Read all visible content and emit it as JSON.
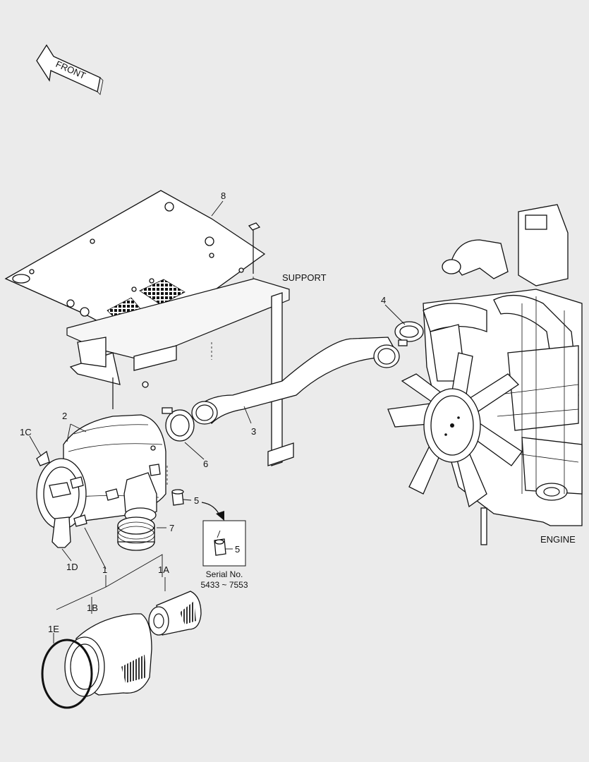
{
  "front_arrow": {
    "label": "FRONT"
  },
  "labels": {
    "support": "SUPPORT",
    "engine": "ENGINE"
  },
  "callouts": {
    "p8": "8",
    "p4": "4",
    "p2": "2",
    "p1C": "1C",
    "p3": "3",
    "p6": "6",
    "p5": "5",
    "p7": "7",
    "p1D": "1D",
    "p1": "1",
    "p1A": "1A",
    "p1B": "1B",
    "p1E": "1E"
  },
  "detail_box": {
    "callout": "5",
    "note_line1": "Serial No.",
    "note_line2": "5433 ~ 7553"
  }
}
